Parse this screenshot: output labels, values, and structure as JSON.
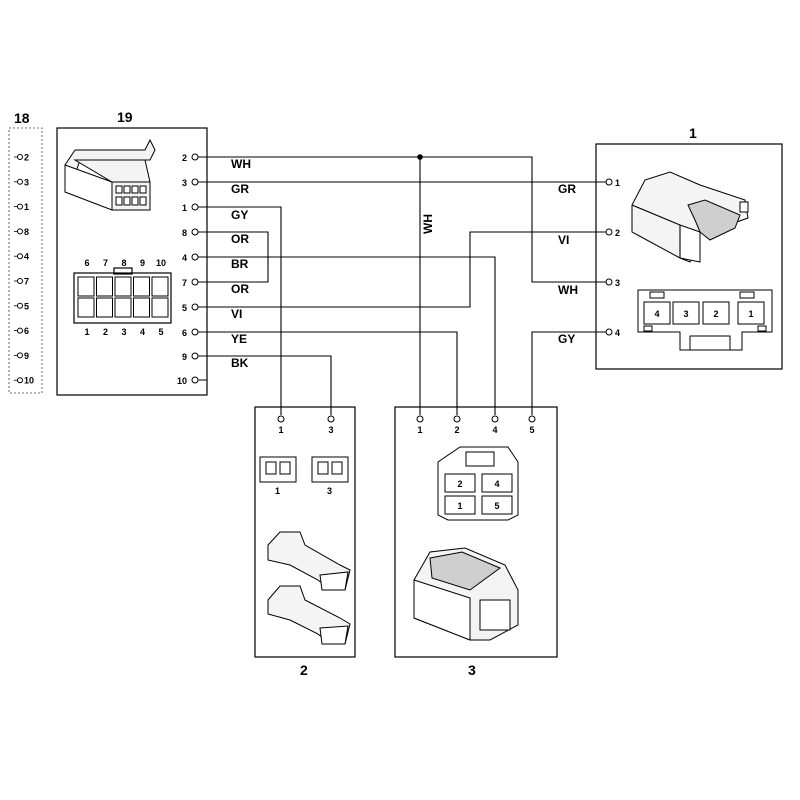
{
  "labels": {
    "c18": "18",
    "c19": "19",
    "c1": "1",
    "c2": "2",
    "c3": "3"
  },
  "c18_pins": [
    "2",
    "3",
    "1",
    "8",
    "4",
    "7",
    "5",
    "6",
    "9",
    "10"
  ],
  "c19_pins": [
    "2",
    "3",
    "1",
    "8",
    "4",
    "7",
    "5",
    "6",
    "9",
    "10"
  ],
  "c19_face_top": [
    "6",
    "7",
    "8",
    "9",
    "10"
  ],
  "c19_face_bottom": [
    "1",
    "2",
    "3",
    "4",
    "5"
  ],
  "c1_pins": [
    "1",
    "2",
    "3",
    "4"
  ],
  "c1_face": [
    "4",
    "3",
    "2",
    "1"
  ],
  "c2_pins": [
    "1",
    "3"
  ],
  "c2_terms": [
    "1",
    "3"
  ],
  "c3_pins": [
    "1",
    "2",
    "4",
    "5"
  ],
  "c3_face": [
    "2",
    "4",
    "1",
    "5"
  ],
  "wire_colors_left": [
    "WH",
    "GR",
    "GY",
    "OR",
    "BR",
    "OR",
    "VI",
    "YE",
    "BK"
  ],
  "wire_colors_right": [
    "GR",
    "VI",
    "WH",
    "GY"
  ],
  "wire_vertical": "WH"
}
